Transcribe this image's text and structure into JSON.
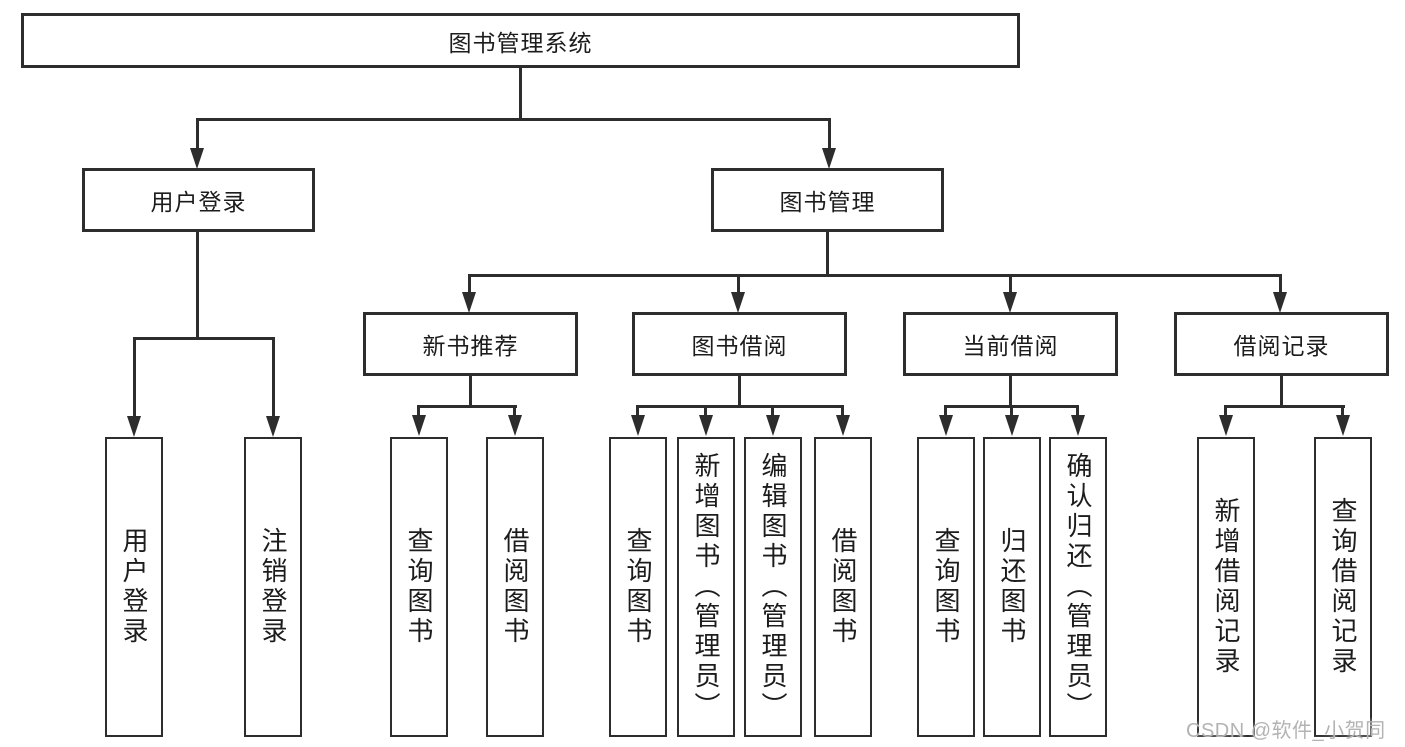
{
  "diagram": {
    "title": "图书管理系统",
    "branches": [
      {
        "label": "用户登录",
        "children": [
          {
            "label": "用户登录"
          },
          {
            "label": "注销登录"
          }
        ]
      },
      {
        "label": "图书管理",
        "children": [
          {
            "label": "新书推荐",
            "children": [
              {
                "label": "查询图书"
              },
              {
                "label": "借阅图书"
              }
            ]
          },
          {
            "label": "图书借阅",
            "children": [
              {
                "label": "查询图书"
              },
              {
                "label": "新增图书（管理员）"
              },
              {
                "label": "编辑图书（管理员）"
              },
              {
                "label": "借阅图书"
              }
            ]
          },
          {
            "label": "当前借阅",
            "children": [
              {
                "label": "查询图书"
              },
              {
                "label": "归还图书"
              },
              {
                "label": "确认归还（管理员）"
              }
            ]
          },
          {
            "label": "借阅记录",
            "children": [
              {
                "label": "新增借阅记录"
              },
              {
                "label": "查询借阅记录"
              }
            ]
          }
        ]
      }
    ]
  },
  "watermark": {
    "text": "CSDN @软件_小贺同学"
  },
  "colors": {
    "line": "#2d2d2d",
    "text": "#1c1c1c",
    "background": "#ffffff",
    "watermark": "#b3b3b3"
  }
}
